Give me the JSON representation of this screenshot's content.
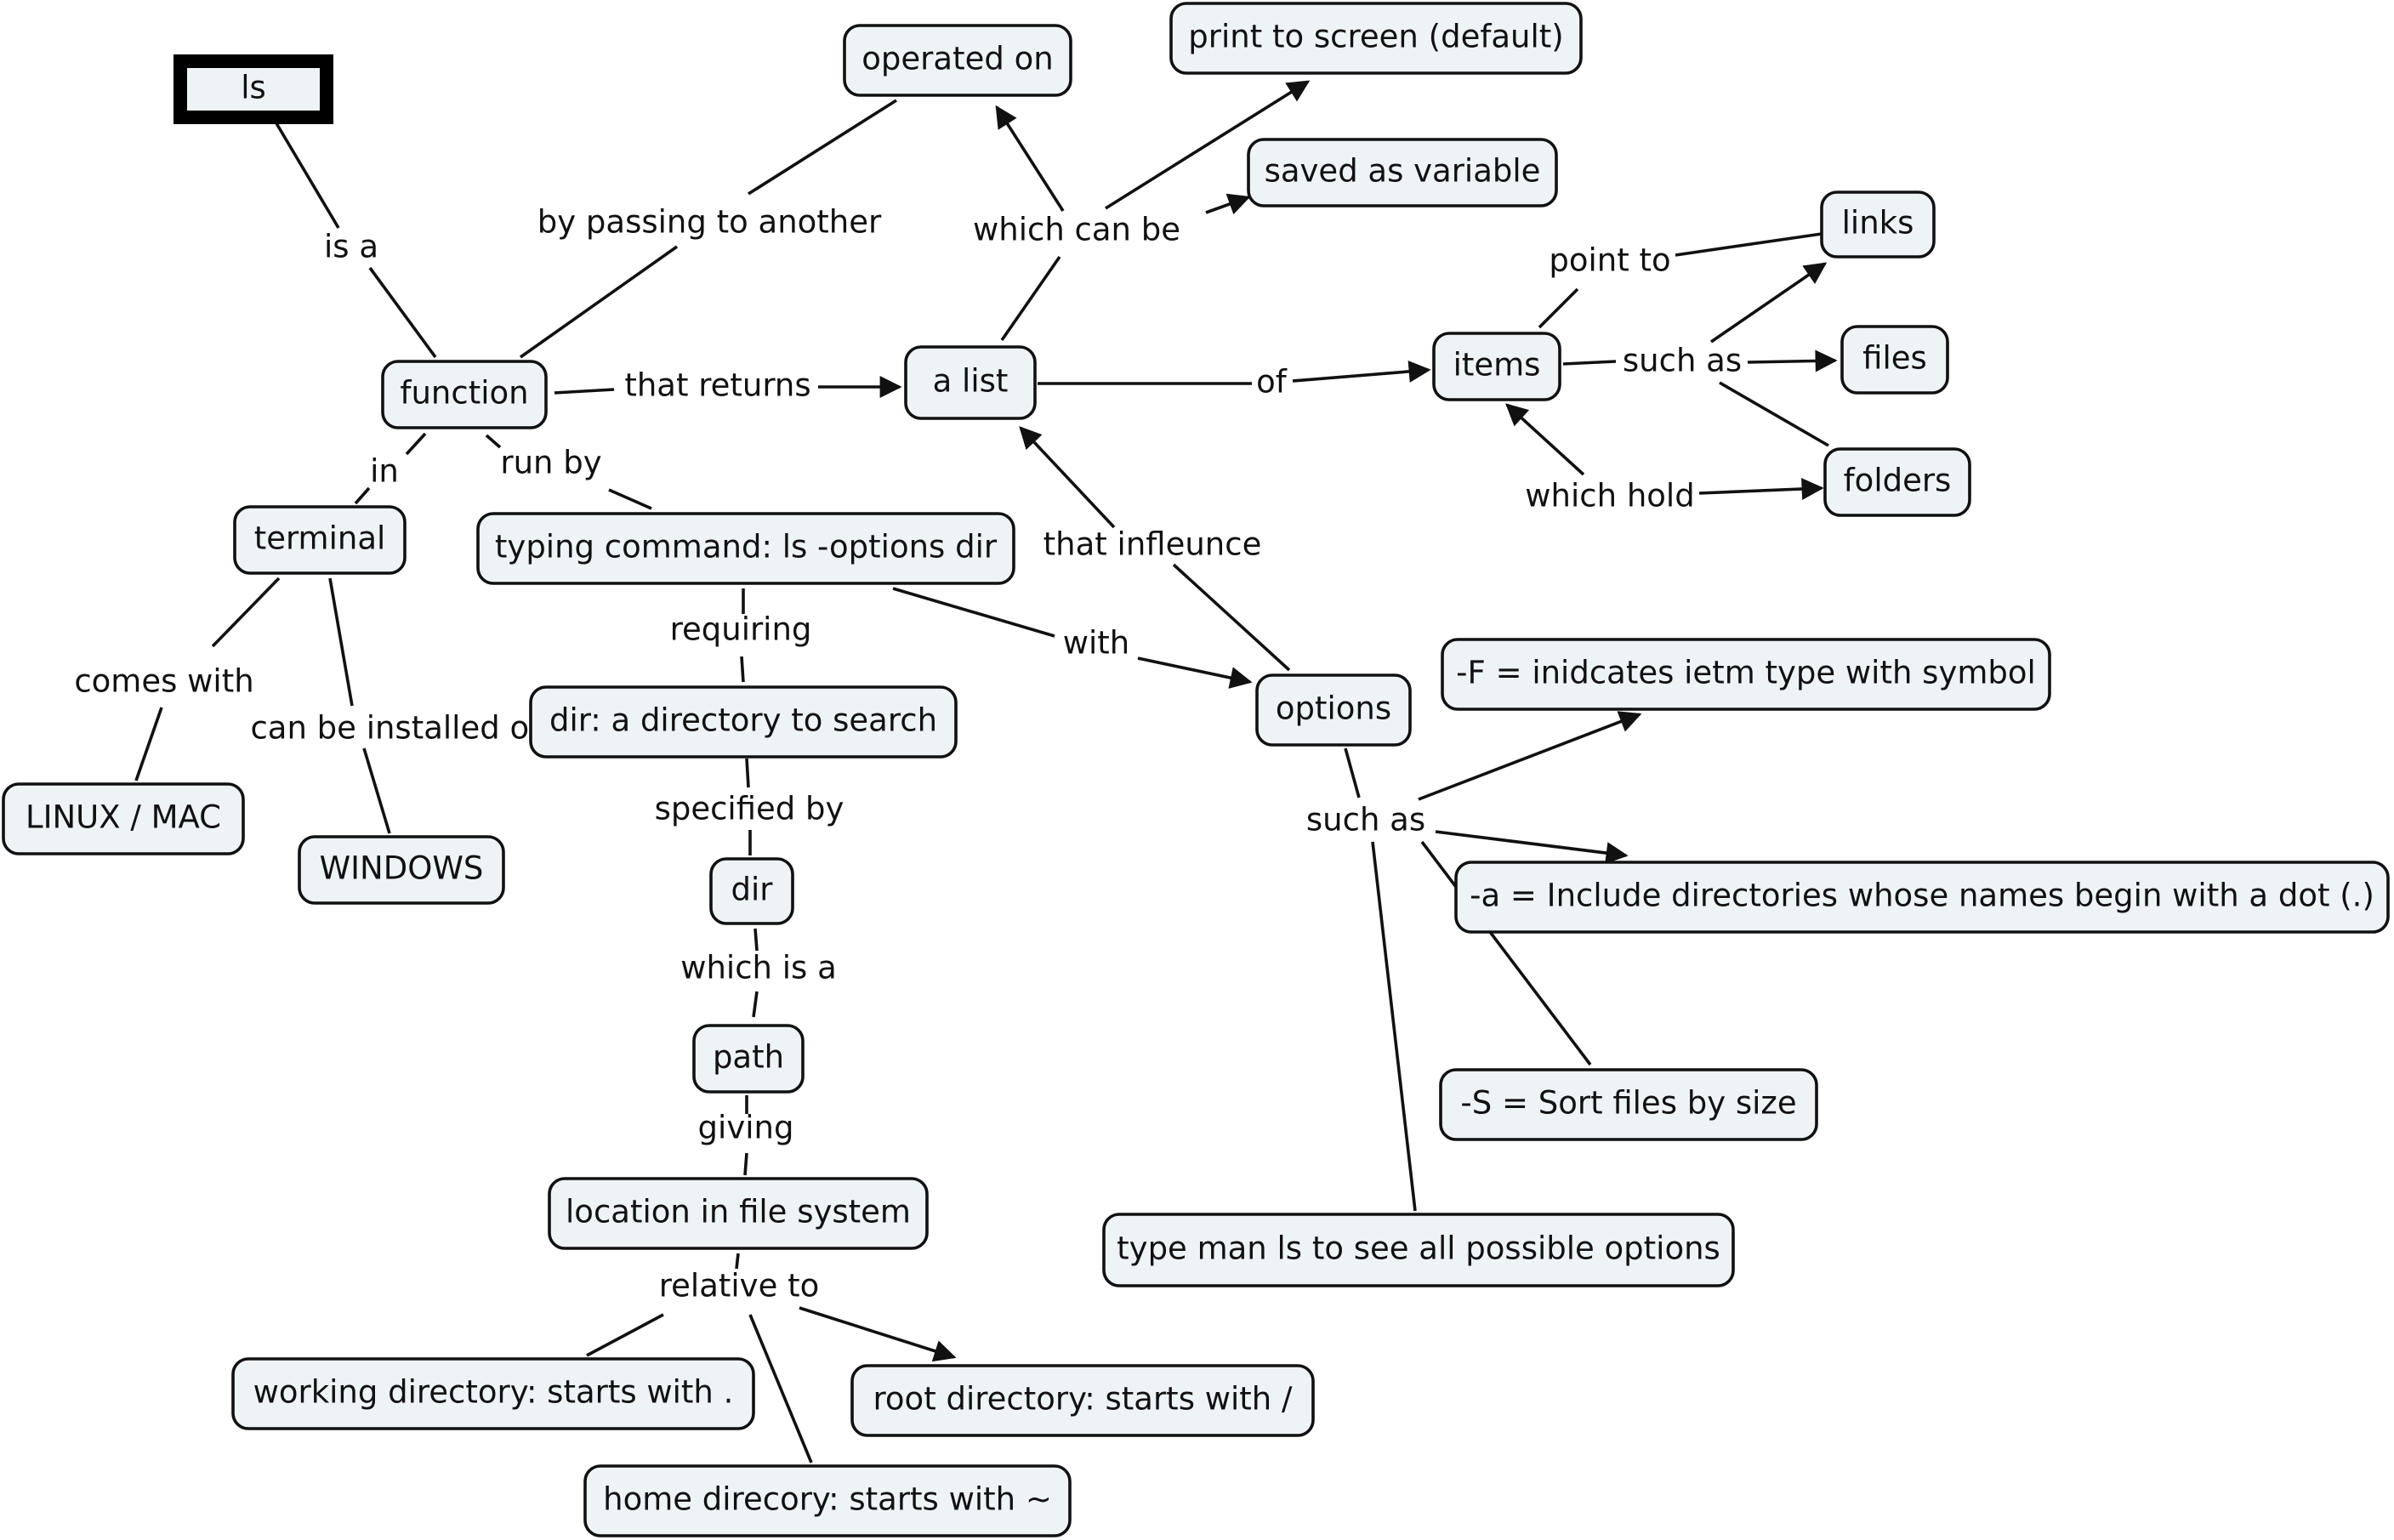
{
  "nodes": {
    "ls": "ls",
    "function": "function",
    "operated_on": "operated on",
    "print_to_screen": "print to screen (default)",
    "saved_as_variable": "saved as variable",
    "links": "links",
    "files": "files",
    "folders": "folders",
    "items": "items",
    "a_list": "a list",
    "terminal": "terminal",
    "typing_command": "typing command: ls -options dir",
    "options": "options",
    "dir_directory": "dir: a directory to search",
    "dir": "dir",
    "path": "path",
    "location": "location in file system",
    "linux_mac": "LINUX / MAC",
    "windows": "WINDOWS",
    "opt_F": "-F = inidcates ietm type with symbol",
    "opt_a": "-a = Include directories whose names begin with a dot (.)",
    "opt_S": "-S = Sort files by size",
    "man_ls": "type man ls to see all possible options",
    "working_dir": "working directory: starts with .",
    "root_dir": "root directory: starts with /",
    "home_dir": "home direcory: starts with ~"
  },
  "links": {
    "is_a": "is a",
    "by_passing": "by passing to another",
    "which_can_be": "which can be",
    "that_returns": "that returns",
    "of": "of",
    "point_to": "point to",
    "such_as_items": "such as",
    "which_hold": "which hold",
    "in": "in",
    "run_by": "run by",
    "that_infleunce": "that infleunce",
    "comes_with": "comes with",
    "can_be_installed_on": "can be installed on",
    "requiring": "requiring",
    "with": "with",
    "specified_by": "specified by",
    "such_as_options": "such as",
    "which_is_a": "which is a",
    "giving": "giving",
    "relative_to": "relative to"
  }
}
